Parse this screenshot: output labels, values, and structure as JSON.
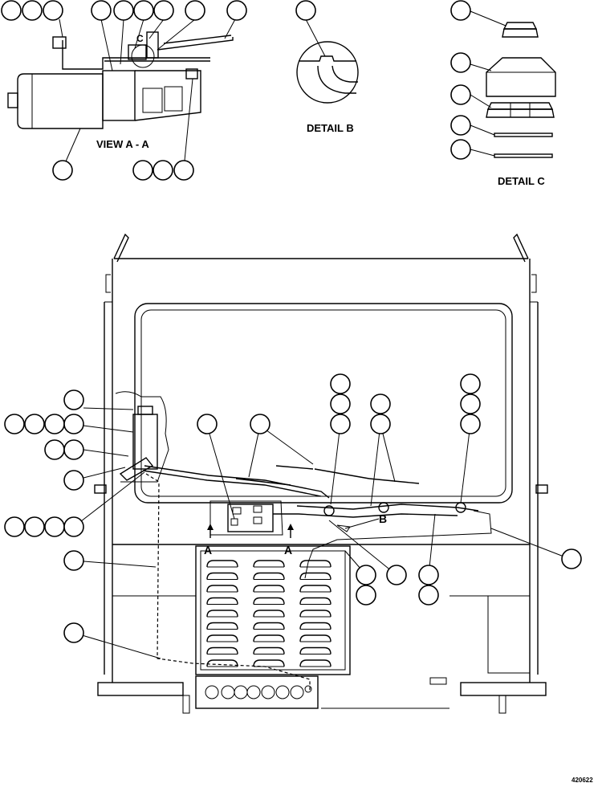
{
  "labels": {
    "view_aa": "VIEW A - A",
    "detail_b": "DETAIL B",
    "detail_c": "DETAIL C",
    "view_letter_c": "C",
    "section_a_left": "A",
    "section_a_right": "A",
    "detail_letter_b": "B",
    "drawing_number": "420622"
  }
}
